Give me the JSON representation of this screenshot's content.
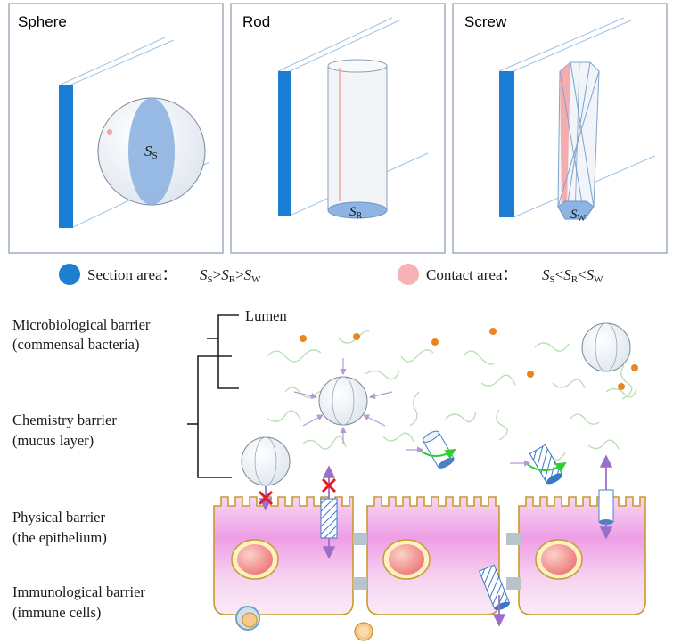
{
  "panels": [
    {
      "title": "Sphere",
      "area_label": "S",
      "area_sub": "S"
    },
    {
      "title": "Rod",
      "area_label": "S",
      "area_sub": "R"
    },
    {
      "title": "Screw",
      "area_label": "S",
      "area_sub": "W"
    }
  ],
  "legend": {
    "section": {
      "label": "Section area：",
      "color": "#1e7fd0",
      "formula": {
        "s1": "S",
        "sub1": "S",
        "op1": ">",
        "s2": "S",
        "sub2": "R",
        "op2": ">",
        "s3": "S",
        "sub3": "W"
      }
    },
    "contact": {
      "label": "Contact area：",
      "color": "#f7b3b3",
      "formula": {
        "s1": "S",
        "sub1": "S",
        "op1": "<",
        "s2": "S",
        "sub2": "R",
        "op2": "<",
        "s3": "S",
        "sub3": "W"
      }
    }
  },
  "lumen_label": "Lumen",
  "barriers": [
    {
      "line1": "Microbiological barrier",
      "line2": "(commensal bacteria)"
    },
    {
      "line1": "Chemistry barrier",
      "line2": "(mucus layer)"
    },
    {
      "line1": "Physical barrier",
      "line2": "(the epithelium)"
    },
    {
      "line1": "Immunological barrier",
      "line2": "(immune cells)"
    }
  ],
  "colors": {
    "panel_border": "#8a9bb0",
    "wall_blue": "#1a7fd4",
    "wall_line": "#9ec3e6",
    "section_fill": "#8db4e2",
    "contact_pink": "#f4a5a5",
    "bacteria": "#e88722",
    "mucus": "#b6dfb0",
    "cell_fill": "#f3c9ef",
    "cell_border": "#c99a2e",
    "nucleus": "#f08a8a",
    "junction": "#b8c4cc",
    "arrow_purple": "#9b6fc8",
    "block_red": "#e21b23",
    "rotation_green": "#33cc33"
  }
}
